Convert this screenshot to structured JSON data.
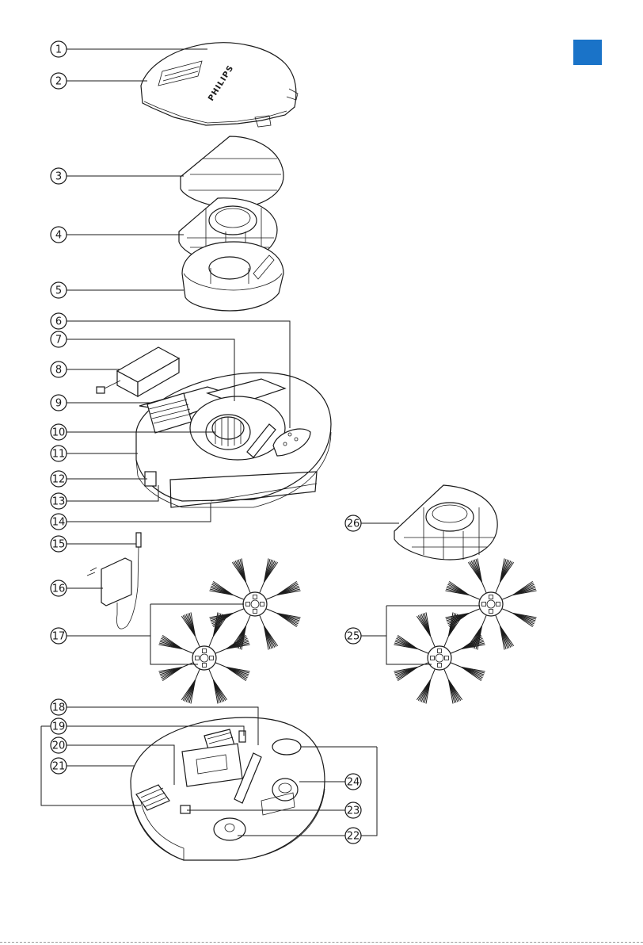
{
  "page": {
    "brand_text": "PHILIPS",
    "language_tab_color": "#1a73c8",
    "ink_color": "#1a1a1a"
  },
  "callouts": [
    {
      "id": 1,
      "label": "1"
    },
    {
      "id": 2,
      "label": "2"
    },
    {
      "id": 3,
      "label": "3"
    },
    {
      "id": 4,
      "label": "4"
    },
    {
      "id": 5,
      "label": "5"
    },
    {
      "id": 6,
      "label": "6"
    },
    {
      "id": 7,
      "label": "7"
    },
    {
      "id": 8,
      "label": "8"
    },
    {
      "id": 9,
      "label": "9"
    },
    {
      "id": 10,
      "label": "10"
    },
    {
      "id": 11,
      "label": "11"
    },
    {
      "id": 12,
      "label": "12"
    },
    {
      "id": 13,
      "label": "13"
    },
    {
      "id": 14,
      "label": "14"
    },
    {
      "id": 15,
      "label": "15"
    },
    {
      "id": 16,
      "label": "16"
    },
    {
      "id": 17,
      "label": "17"
    },
    {
      "id": 18,
      "label": "18"
    },
    {
      "id": 19,
      "label": "19"
    },
    {
      "id": 20,
      "label": "20"
    },
    {
      "id": 21,
      "label": "21"
    },
    {
      "id": 22,
      "label": "22"
    },
    {
      "id": 23,
      "label": "23"
    },
    {
      "id": 24,
      "label": "24"
    },
    {
      "id": 25,
      "label": "25"
    },
    {
      "id": 26,
      "label": "26"
    }
  ]
}
